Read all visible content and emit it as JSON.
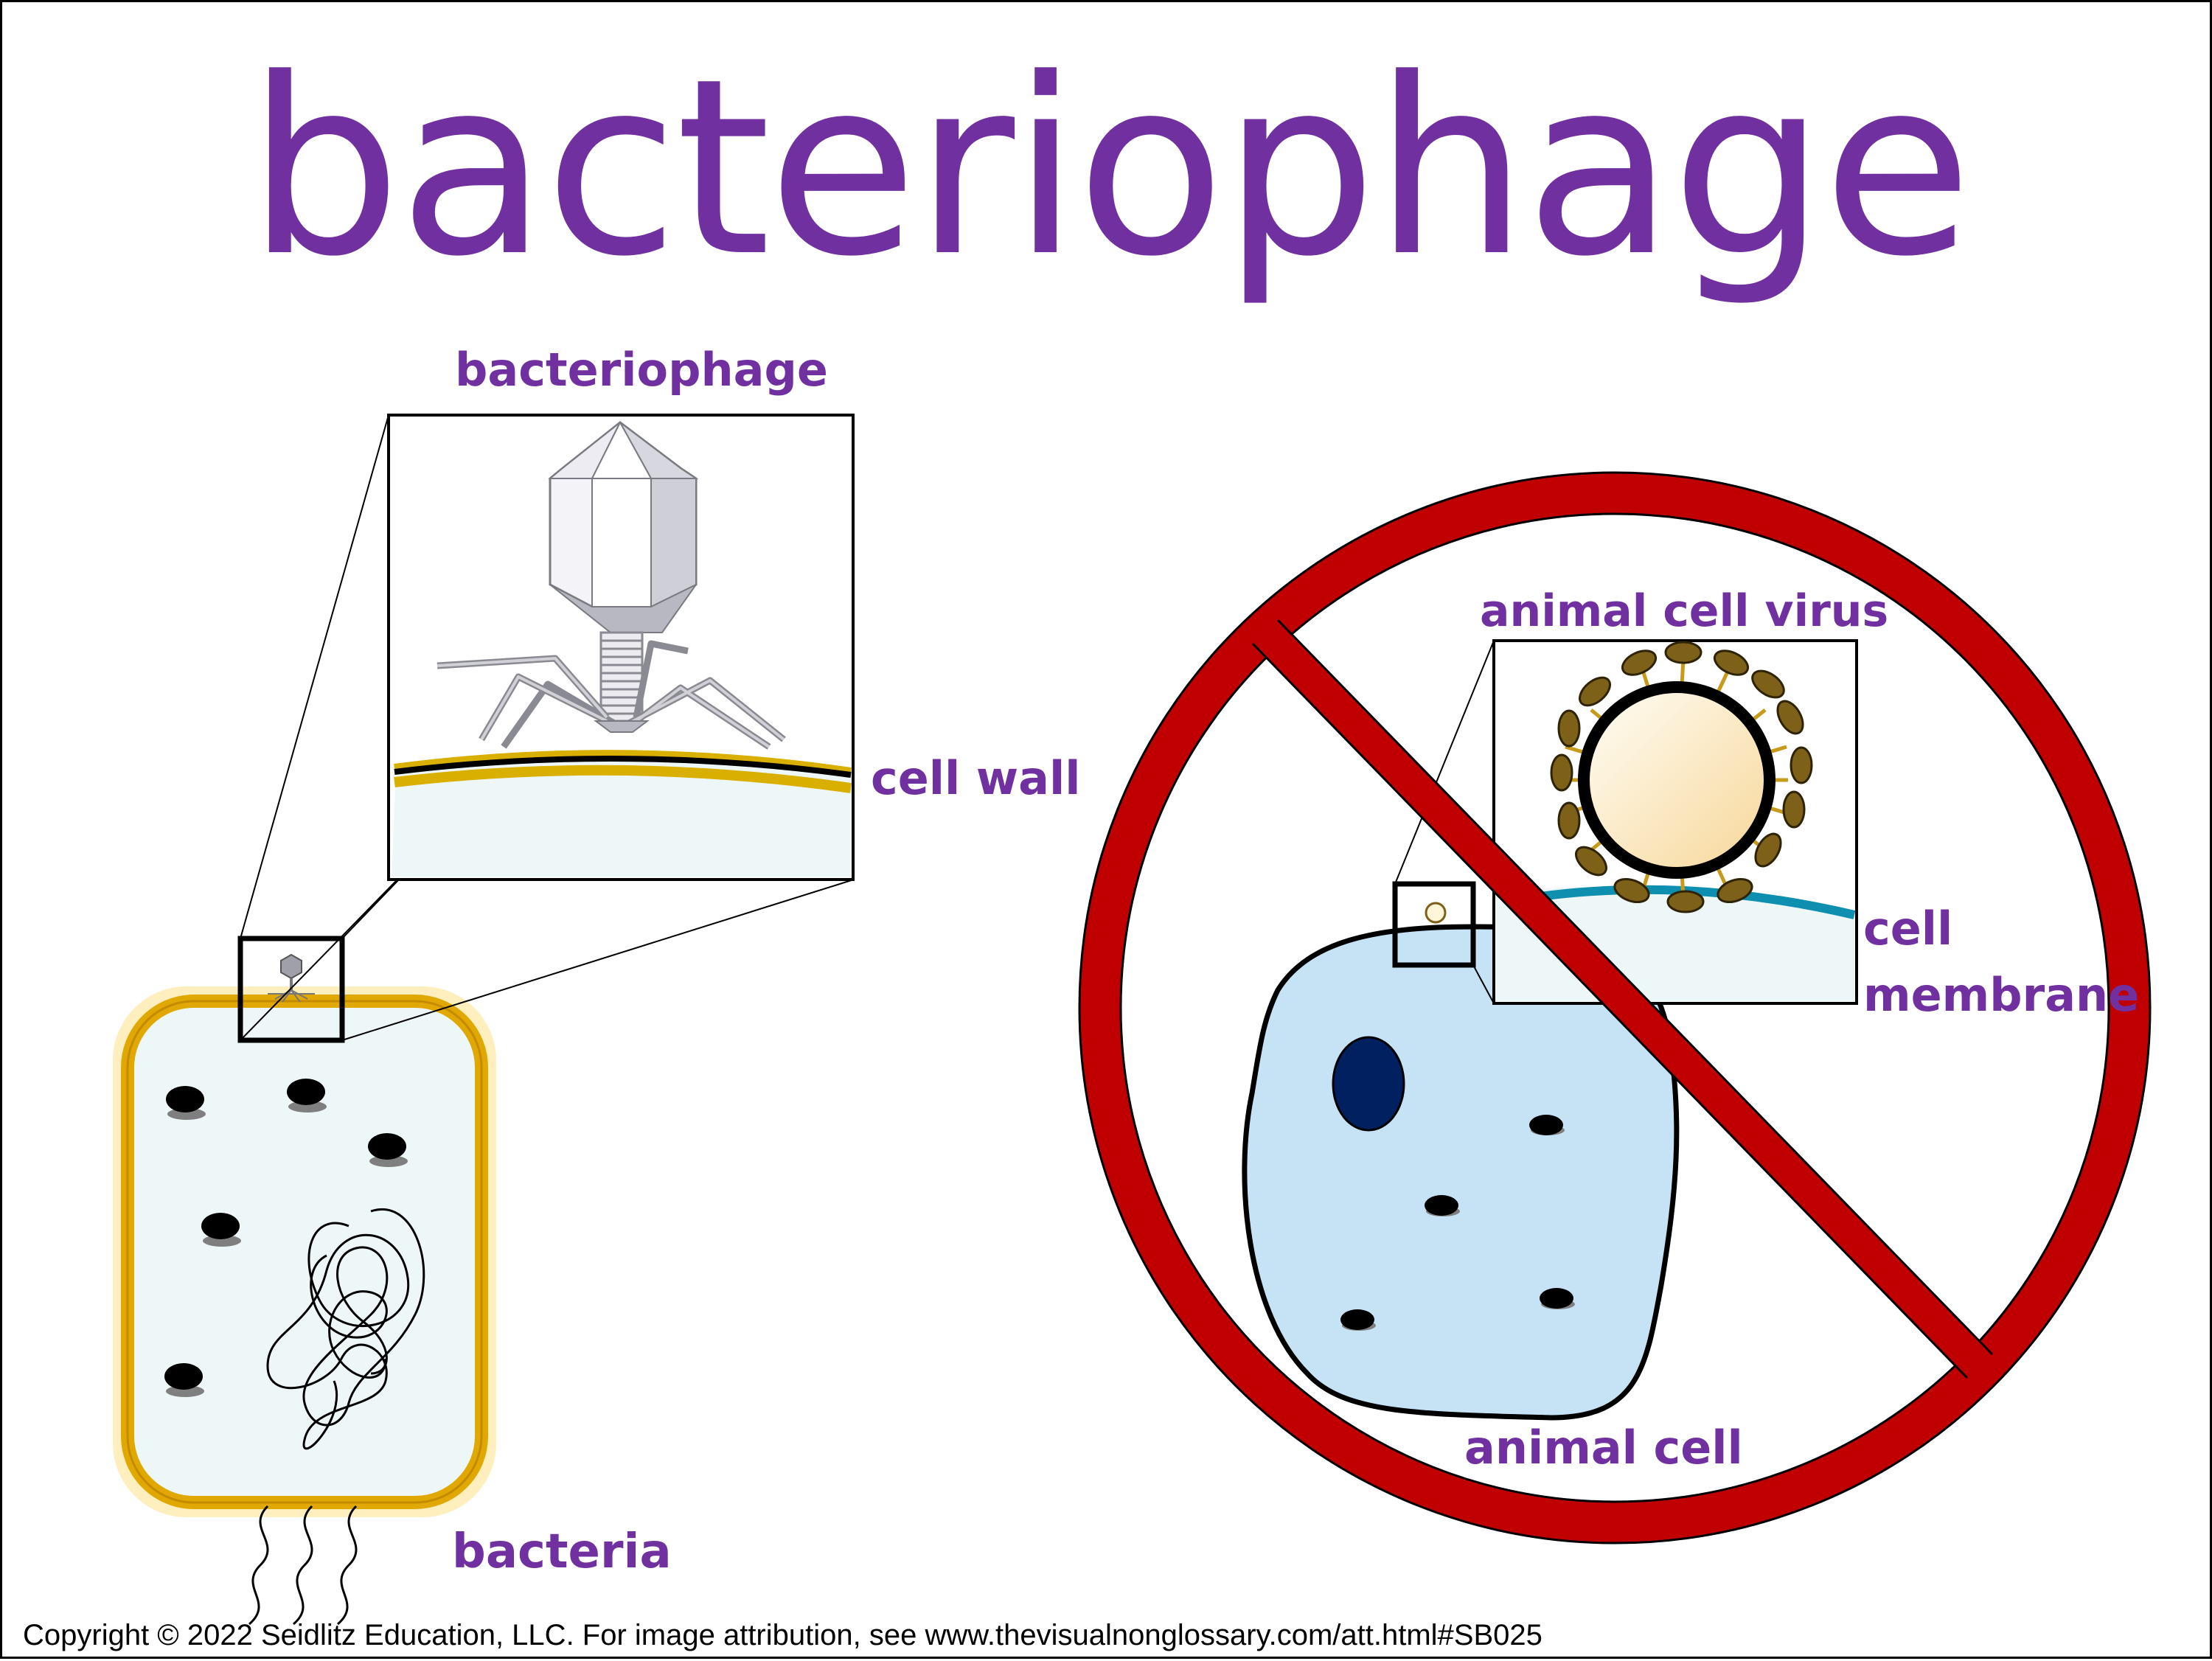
{
  "title": "bacteriophage",
  "labels": {
    "bacteriophage": "bacteriophage",
    "cell_wall": "cell wall",
    "bacteria": "bacteria",
    "animal_cell_virus": "animal cell virus",
    "cell_membrane_line1": "cell",
    "cell_membrane_line2": "membrane",
    "animal_cell": "animal cell"
  },
  "copyright": "Copyright © 2022 Seidlitz Education, LLC.  For image attribution, see www.thevisualnonglossary.com/att.html#SB025",
  "colors": {
    "label_purple": "#7030a0",
    "prohibition_red": "#c00000",
    "cell_wall_gold": "#d9b000",
    "bacteria_fill": "#eef7f8",
    "animal_cell_fill": "#c6e3f6",
    "nucleus": "#002060",
    "membrane_teal": "#0e8fb0",
    "spike_brown": "#7d6118"
  }
}
